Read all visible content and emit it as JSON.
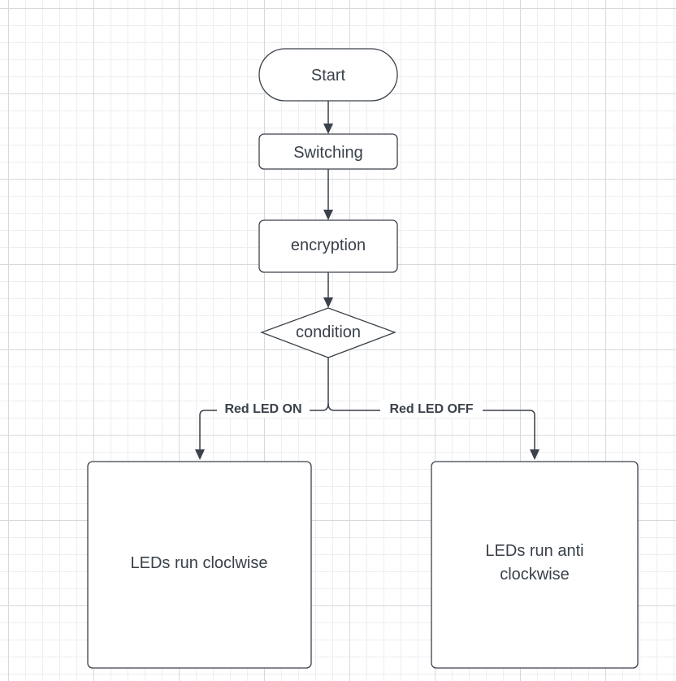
{
  "diagram": {
    "nodes": {
      "start": "Start",
      "switching": "Switching",
      "encryption": "encryption",
      "condition": "condition",
      "left_box": "LEDs run cloclwise",
      "right_box_line1": "LEDs run anti",
      "right_box_line2": "clockwise"
    },
    "edges": {
      "left_label": "Red LED ON",
      "right_label": "Red LED OFF"
    },
    "colors": {
      "stroke": "#3a414a",
      "grid_major": "#d6d9dd",
      "grid_minor": "#eceef0"
    }
  }
}
